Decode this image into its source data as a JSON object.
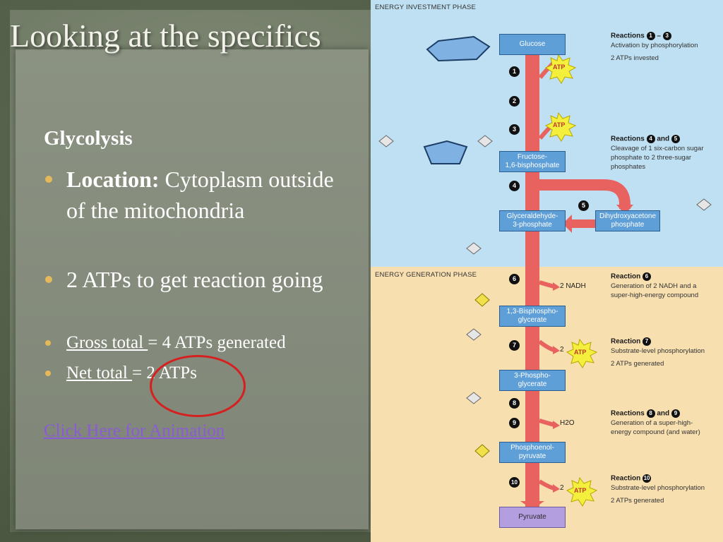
{
  "slide": {
    "title": "Looking at the specifics",
    "subheading": "Glycolysis",
    "bullets": {
      "location_label": "Location:",
      "location_text": " Cytoplasm outside of the mitochondria",
      "atp_start": "2 ATPs to get reaction going",
      "gross_label": "Gross total ",
      "gross_text": "= 4 ATPs generated",
      "net_label": "Net total ",
      "net_text": "= 2 ATPs"
    },
    "link": "Click Here for Animation"
  },
  "diagram": {
    "phase_investment": "ENERGY INVESTMENT PHASE",
    "phase_generation": "ENERGY GENERATION PHASE",
    "boxes": {
      "glucose": "Glucose",
      "fructose": "Fructose-\n1,6-bisphosphate",
      "g3p": "Glyceraldehyde-\n3-phosphate",
      "dhap": "Dihydroxyacetone\nphosphate",
      "bpg": "1,3-Bisphospho-\nglycerate",
      "pg3": "3-Phospho-\nglycerate",
      "pep": "Phosphoenol-\npyruvate",
      "pyruvate": "Pyruvate"
    },
    "steps": [
      "1",
      "2",
      "3",
      "4",
      "5",
      "6",
      "7",
      "8",
      "9",
      "10"
    ],
    "atp_label": "ATP",
    "nadh": "2 NADH",
    "h2o": "H2O",
    "two": "2",
    "reactions": [
      {
        "title": "Reactions",
        "n1": "1",
        "dash": "–",
        "n2": "3",
        "lines": [
          "Activation by phosphorylation",
          "2 ATPs invested"
        ]
      },
      {
        "title": "Reactions",
        "n1": "4",
        "dash": "and",
        "n2": "5",
        "lines": [
          "Cleavage of 1 six-carbon sugar",
          "phosphate to 2 three-sugar",
          "phosphates"
        ]
      },
      {
        "title": "Reaction",
        "n1": "6",
        "lines": [
          "Generation of 2 NADH and a",
          "super-high-energy compound"
        ]
      },
      {
        "title": "Reaction",
        "n1": "7",
        "lines": [
          "Substrate-level phosphorylation",
          "2 ATPs generated"
        ]
      },
      {
        "title": "Reactions",
        "n1": "8",
        "dash": "and",
        "n2": "9",
        "lines": [
          "Generation of a super-high-",
          "energy compound (and water)"
        ]
      },
      {
        "title": "Reaction",
        "n1": "10",
        "lines": [
          "Substrate-level phosphorylation",
          "2 ATPs generated"
        ]
      }
    ],
    "colors": {
      "arrow": "#e8635f",
      "box": "#5f9fd8",
      "atp_star": "#f4ef3c",
      "phosphate_yellow": "#f2e04b"
    }
  }
}
